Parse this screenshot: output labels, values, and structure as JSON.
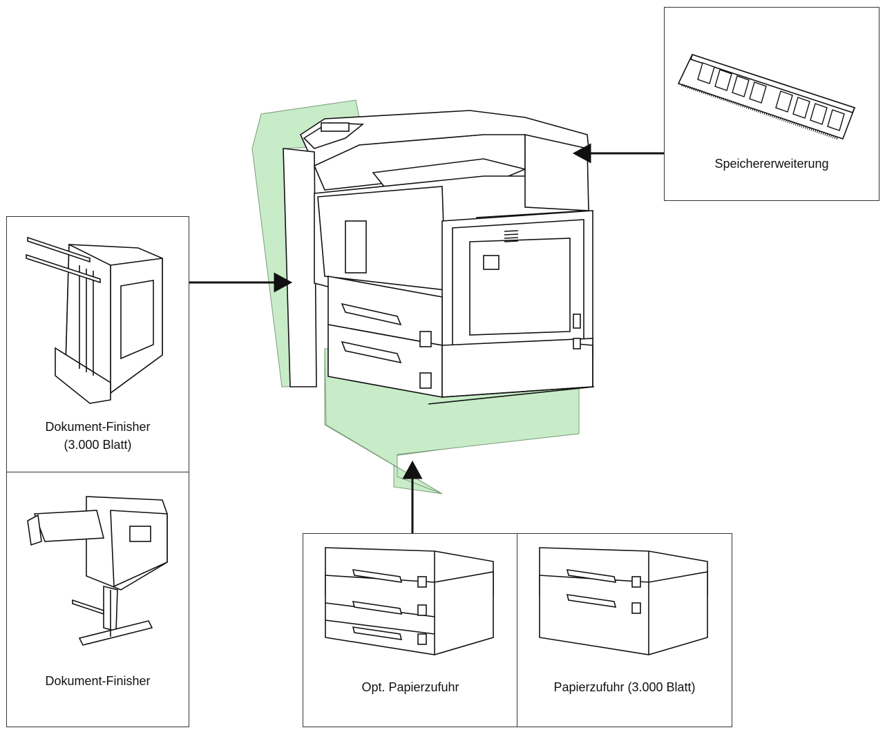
{
  "labels": {
    "memory": "Speichererweiterung",
    "finisher_3000_line1": "Dokument-Finisher",
    "finisher_3000_line2": "(3.000 Blatt)",
    "finisher": "Dokument-Finisher",
    "paper_feeder": "Opt. Papierzufuhr",
    "paper_feeder_3000": "Papierzufuhr (3.000 Blatt)"
  },
  "colors": {
    "option_highlight": "#c8ecc8",
    "line": "#111111"
  },
  "icons": {
    "main_device": "printer-icon",
    "memory": "memory-module-icon",
    "finisher_3000": "finisher-3000-icon",
    "finisher": "finisher-icon",
    "paper_feeder": "paper-feeder-icon",
    "paper_feeder_3000": "paper-feeder-3000-icon"
  }
}
